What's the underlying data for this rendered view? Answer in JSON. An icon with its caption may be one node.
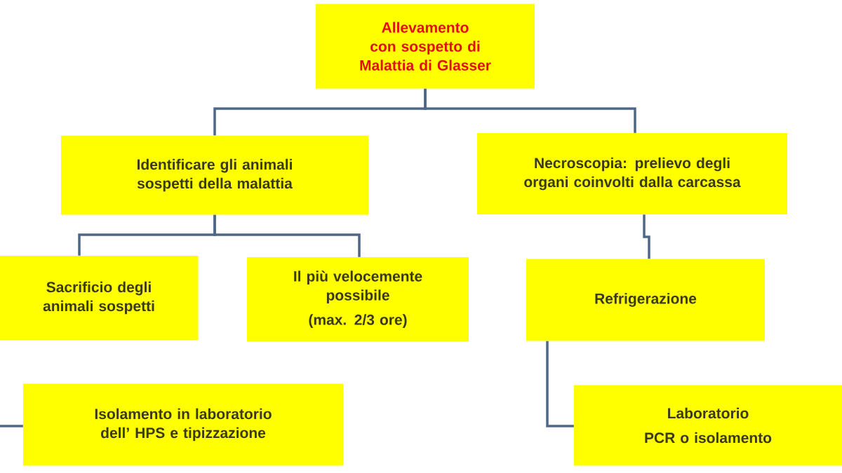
{
  "diagram": {
    "nodes": [
      {
        "text": [
          "Allevamento con sospetto di Malattia di Glasser"
        ]
      },
      {
        "text": [
          "Identificare gli animali sospetti della malattia"
        ]
      },
      {
        "text": [
          "Necroscopia: prelievo degli organi coinvolti dalla carcassa"
        ]
      },
      {
        "text": [
          "Sacrificio degli animali sospetti"
        ]
      },
      {
        "text": [
          "Il più velocemente possibile",
          "(max. 2/3 ore)"
        ]
      },
      {
        "text": [
          "Refrigerazione"
        ]
      },
      {
        "text": [
          "Isolamento in laboratorio dell’ HPS e tipizzazione"
        ]
      },
      {
        "text": [
          "Laboratorio",
          "PCR o isolamento"
        ]
      }
    ],
    "edges": [
      {
        "from": 0,
        "to": 1,
        "arrow": "none"
      },
      {
        "from": 0,
        "to": 2,
        "arrow": "none"
      },
      {
        "from": 1,
        "to": 3,
        "arrow": "none"
      },
      {
        "from": 1,
        "to": 4,
        "arrow": "none"
      },
      {
        "from": 2,
        "to": 5,
        "arrow": "none"
      },
      {
        "from": 5,
        "to": 7,
        "arrow": "none"
      },
      {
        "from": null,
        "to": 6,
        "arrow": "none"
      }
    ]
  }
}
